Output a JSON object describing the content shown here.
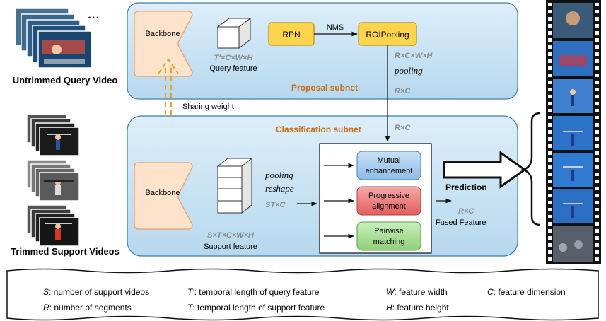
{
  "labels": {
    "untrimmed_query_video": "Untrimmed Query Video",
    "trimmed_support_videos": "Trimmed Support Videos",
    "sharing_weight": "Sharing weight",
    "prediction": "Prediction"
  },
  "proposal_subnet": {
    "title": "Proposal subnet",
    "backbone": "Backbone",
    "rpn": "RPN",
    "nms": "NMS",
    "roipooling": "ROIPooling",
    "query_feature_dims": "T'×C×W×H",
    "query_feature_label": "Query feature",
    "roi_dims": "R×C×W×H",
    "pooling": "pooling",
    "roi_pooled_dims": "R×C"
  },
  "classification_subnet": {
    "title": "Classification subnet",
    "backbone": "Backbone",
    "input_dims": "R×C",
    "pooling": "pooling",
    "reshape": "reshape",
    "reshaped_dims": "ST×C",
    "support_feature_dims": "S×T×C×W×H",
    "support_feature_label": "Support feature",
    "modules": {
      "mutual": "Mutual enhancement",
      "progressive": "Progressive alignment",
      "pairwise": "Pairwise matching"
    },
    "fused_dims": "R×C",
    "fused_label": "Fused Feature"
  },
  "legend": {
    "S": {
      "sym": "S",
      "desc": ": number of support videos"
    },
    "T_prime": {
      "sym": "T'",
      "desc": ": temporal length of query feature"
    },
    "W": {
      "sym": "W",
      "desc": ":  feature width"
    },
    "C": {
      "sym": "C",
      "desc": ": feature dimension"
    },
    "R": {
      "sym": "R",
      "desc": ": number of segments"
    },
    "T": {
      "sym": "T",
      "desc": ": temporal length of support feature"
    },
    "H": {
      "sym": "H",
      "desc": ":  feature height"
    }
  },
  "colors": {
    "subnet_fill": "#cfe6f5",
    "subnet_stroke": "#3c7ea8",
    "backbone_fill": "#fde3cc",
    "backbone_stroke": "#e8a060",
    "rpn_fill": "#ffd44d",
    "rpn_stroke": "#b58a00",
    "mutual_fill": "#a9cdf0",
    "progressive_fill": "#ef7f7f",
    "pairwise_fill": "#a8dc97",
    "title_orange": "#c86a0a",
    "dims_gray": "#8a8a8a",
    "sharing_arrow": "#e9a21c"
  }
}
